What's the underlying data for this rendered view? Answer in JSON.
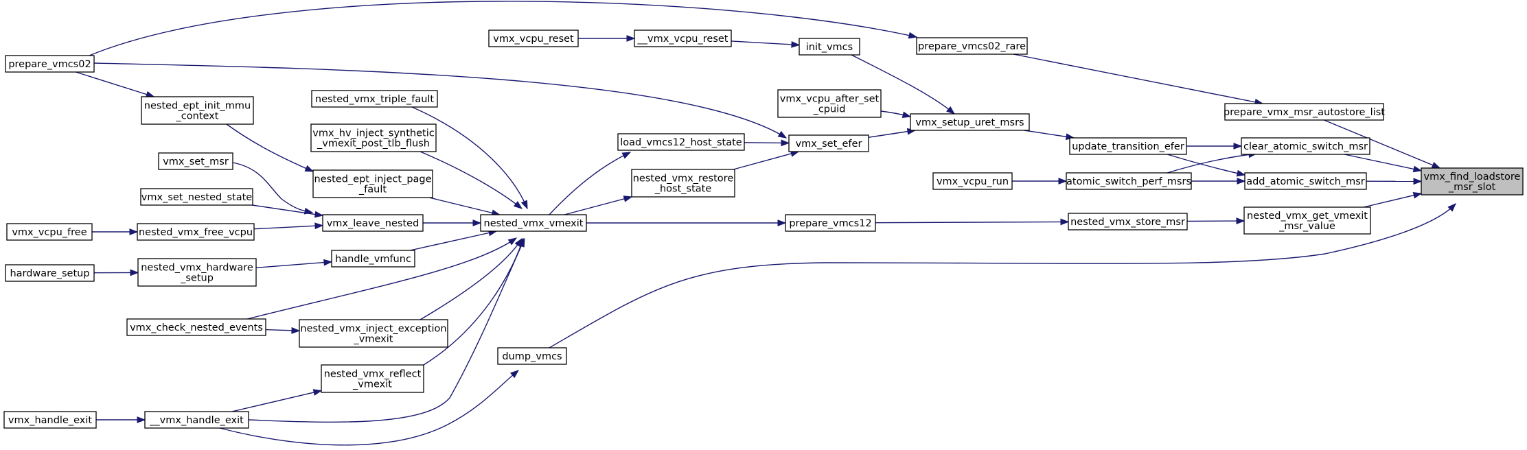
{
  "diagram": {
    "root": "vmx_find_loadstore_msr_slot",
    "nodes": [
      {
        "id": "vmx_find_loadstore_msr_slot",
        "lines": [
          "vmx_find_loadstore",
          "_msr_slot"
        ]
      },
      {
        "id": "prepare_vmx_msr_autostore_list",
        "lines": [
          "prepare_vmx_msr_autostore_list"
        ]
      },
      {
        "id": "clear_atomic_switch_msr",
        "lines": [
          "clear_atomic_switch_msr"
        ]
      },
      {
        "id": "add_atomic_switch_msr",
        "lines": [
          "add_atomic_switch_msr"
        ]
      },
      {
        "id": "nested_vmx_get_vmexit_msr_value",
        "lines": [
          "nested_vmx_get_vmexit",
          "_msr_value"
        ]
      },
      {
        "id": "dump_vmcs",
        "lines": [
          "dump_vmcs"
        ]
      },
      {
        "id": "prepare_vmcs02_rare",
        "lines": [
          "prepare_vmcs02_rare"
        ]
      },
      {
        "id": "update_transition_efer",
        "lines": [
          "update_transition_efer"
        ]
      },
      {
        "id": "atomic_switch_perf_msrs",
        "lines": [
          "atomic_switch_perf_msrs"
        ]
      },
      {
        "id": "nested_vmx_store_msr",
        "lines": [
          "nested_vmx_store_msr"
        ]
      },
      {
        "id": "vmx_setup_uret_msrs",
        "lines": [
          "vmx_setup_uret_msrs"
        ]
      },
      {
        "id": "vmx_vcpu_run",
        "lines": [
          "vmx_vcpu_run"
        ]
      },
      {
        "id": "prepare_vmcs12",
        "lines": [
          "prepare_vmcs12"
        ]
      },
      {
        "id": "init_vmcs",
        "lines": [
          "init_vmcs"
        ]
      },
      {
        "id": "vmx_vcpu_after_set_cpuid",
        "lines": [
          "vmx_vcpu_after_set",
          "_cpuid"
        ]
      },
      {
        "id": "vmx_set_efer",
        "lines": [
          "vmx_set_efer"
        ]
      },
      {
        "id": "__vmx_vcpu_reset",
        "lines": [
          "__vmx_vcpu_reset"
        ]
      },
      {
        "id": "load_vmcs12_host_state",
        "lines": [
          "load_vmcs12_host_state"
        ]
      },
      {
        "id": "nested_vmx_restore_host_state",
        "lines": [
          "nested_vmx_restore",
          "_host_state"
        ]
      },
      {
        "id": "vmx_vcpu_reset",
        "lines": [
          "vmx_vcpu_reset"
        ]
      },
      {
        "id": "nested_vmx_vmexit",
        "lines": [
          "nested_vmx_vmexit"
        ]
      },
      {
        "id": "nested_vmx_triple_fault",
        "lines": [
          "nested_vmx_triple_fault"
        ]
      },
      {
        "id": "vmx_hv_inject_synthetic_vmexit_post_tlb_flush",
        "lines": [
          "vmx_hv_inject_synthetic",
          "_vmexit_post_tlb_flush"
        ]
      },
      {
        "id": "nested_ept_inject_page_fault",
        "lines": [
          "nested_ept_inject_page",
          "_fault"
        ]
      },
      {
        "id": "vmx_leave_nested",
        "lines": [
          "vmx_leave_nested"
        ]
      },
      {
        "id": "handle_vmfunc",
        "lines": [
          "handle_vmfunc"
        ]
      },
      {
        "id": "nested_vmx_inject_exception_vmexit",
        "lines": [
          "nested_vmx_inject_exception",
          "_vmexit"
        ]
      },
      {
        "id": "nested_vmx_reflect_vmexit",
        "lines": [
          "nested_vmx_reflect",
          "_vmexit"
        ]
      },
      {
        "id": "__vmx_handle_exit",
        "lines": [
          "__vmx_handle_exit"
        ]
      },
      {
        "id": "nested_ept_init_mmu_context",
        "lines": [
          "nested_ept_init_mmu",
          "_context"
        ]
      },
      {
        "id": "vmx_set_msr",
        "lines": [
          "vmx_set_msr"
        ]
      },
      {
        "id": "vmx_set_nested_state",
        "lines": [
          "vmx_set_nested_state"
        ]
      },
      {
        "id": "nested_vmx_free_vcpu",
        "lines": [
          "nested_vmx_free_vcpu"
        ]
      },
      {
        "id": "nested_vmx_hardware_setup",
        "lines": [
          "nested_vmx_hardware",
          "_setup"
        ]
      },
      {
        "id": "vmx_check_nested_events",
        "lines": [
          "vmx_check_nested_events"
        ]
      },
      {
        "id": "prepare_vmcs02",
        "lines": [
          "prepare_vmcs02"
        ]
      },
      {
        "id": "vmx_vcpu_free",
        "lines": [
          "vmx_vcpu_free"
        ]
      },
      {
        "id": "hardware_setup",
        "lines": [
          "hardware_setup"
        ]
      },
      {
        "id": "vmx_handle_exit",
        "lines": [
          "vmx_handle_exit"
        ]
      }
    ],
    "edges": [
      {
        "from": "prepare_vmx_msr_autostore_list",
        "to": "vmx_find_loadstore_msr_slot"
      },
      {
        "from": "clear_atomic_switch_msr",
        "to": "vmx_find_loadstore_msr_slot"
      },
      {
        "from": "add_atomic_switch_msr",
        "to": "vmx_find_loadstore_msr_slot"
      },
      {
        "from": "nested_vmx_get_vmexit_msr_value",
        "to": "vmx_find_loadstore_msr_slot"
      },
      {
        "from": "dump_vmcs",
        "to": "vmx_find_loadstore_msr_slot"
      },
      {
        "from": "prepare_vmcs02_rare",
        "to": "prepare_vmx_msr_autostore_list"
      },
      {
        "from": "update_transition_efer",
        "to": "clear_atomic_switch_msr"
      },
      {
        "from": "atomic_switch_perf_msrs",
        "to": "clear_atomic_switch_msr"
      },
      {
        "from": "update_transition_efer",
        "to": "add_atomic_switch_msr"
      },
      {
        "from": "atomic_switch_perf_msrs",
        "to": "add_atomic_switch_msr"
      },
      {
        "from": "nested_vmx_store_msr",
        "to": "nested_vmx_get_vmexit_msr_value"
      },
      {
        "from": "__vmx_handle_exit",
        "to": "dump_vmcs"
      },
      {
        "from": "prepare_vmcs02",
        "to": "prepare_vmcs02_rare"
      },
      {
        "from": "vmx_setup_uret_msrs",
        "to": "update_transition_efer"
      },
      {
        "from": "vmx_vcpu_run",
        "to": "atomic_switch_perf_msrs"
      },
      {
        "from": "prepare_vmcs12",
        "to": "nested_vmx_store_msr"
      },
      {
        "from": "init_vmcs",
        "to": "vmx_setup_uret_msrs"
      },
      {
        "from": "vmx_vcpu_after_set_cpuid",
        "to": "vmx_setup_uret_msrs"
      },
      {
        "from": "vmx_set_efer",
        "to": "vmx_setup_uret_msrs"
      },
      {
        "from": "nested_vmx_vmexit",
        "to": "prepare_vmcs12"
      },
      {
        "from": "__vmx_vcpu_reset",
        "to": "init_vmcs"
      },
      {
        "from": "vmx_vcpu_reset",
        "to": "__vmx_vcpu_reset"
      },
      {
        "from": "prepare_vmcs02",
        "to": "vmx_set_efer"
      },
      {
        "from": "load_vmcs12_host_state",
        "to": "vmx_set_efer"
      },
      {
        "from": "nested_vmx_restore_host_state",
        "to": "vmx_set_efer"
      },
      {
        "from": "nested_vmx_vmexit",
        "to": "load_vmcs12_host_state"
      },
      {
        "from": "nested_vmx_vmexit",
        "to": "nested_vmx_restore_host_state"
      },
      {
        "from": "nested_vmx_triple_fault",
        "to": "nested_vmx_vmexit"
      },
      {
        "from": "vmx_hv_inject_synthetic_vmexit_post_tlb_flush",
        "to": "nested_vmx_vmexit"
      },
      {
        "from": "nested_ept_inject_page_fault",
        "to": "nested_vmx_vmexit"
      },
      {
        "from": "vmx_leave_nested",
        "to": "nested_vmx_vmexit"
      },
      {
        "from": "handle_vmfunc",
        "to": "nested_vmx_vmexit"
      },
      {
        "from": "vmx_check_nested_events",
        "to": "nested_vmx_vmexit"
      },
      {
        "from": "nested_vmx_inject_exception_vmexit",
        "to": "nested_vmx_vmexit"
      },
      {
        "from": "nested_vmx_reflect_vmexit",
        "to": "nested_vmx_vmexit"
      },
      {
        "from": "__vmx_handle_exit",
        "to": "nested_vmx_vmexit"
      },
      {
        "from": "nested_ept_init_mmu_context",
        "to": "nested_ept_inject_page_fault"
      },
      {
        "from": "vmx_set_msr",
        "to": "vmx_leave_nested"
      },
      {
        "from": "vmx_set_nested_state",
        "to": "vmx_leave_nested"
      },
      {
        "from": "nested_vmx_free_vcpu",
        "to": "vmx_leave_nested"
      },
      {
        "from": "nested_vmx_hardware_setup",
        "to": "handle_vmfunc"
      },
      {
        "from": "vmx_check_nested_events",
        "to": "nested_vmx_inject_exception_vmexit"
      },
      {
        "from": "__vmx_handle_exit",
        "to": "nested_vmx_reflect_vmexit"
      },
      {
        "from": "vmx_handle_exit",
        "to": "__vmx_handle_exit"
      },
      {
        "from": "prepare_vmcs02",
        "to": "nested_ept_init_mmu_context"
      },
      {
        "from": "vmx_vcpu_free",
        "to": "nested_vmx_free_vcpu"
      },
      {
        "from": "hardware_setup",
        "to": "nested_vmx_hardware_setup"
      }
    ]
  },
  "colors": {
    "edge": "#191970",
    "node_border": "#000000",
    "node_fill": "#ffffff",
    "root_fill": "#bfbfbf",
    "text": "#000000"
  }
}
